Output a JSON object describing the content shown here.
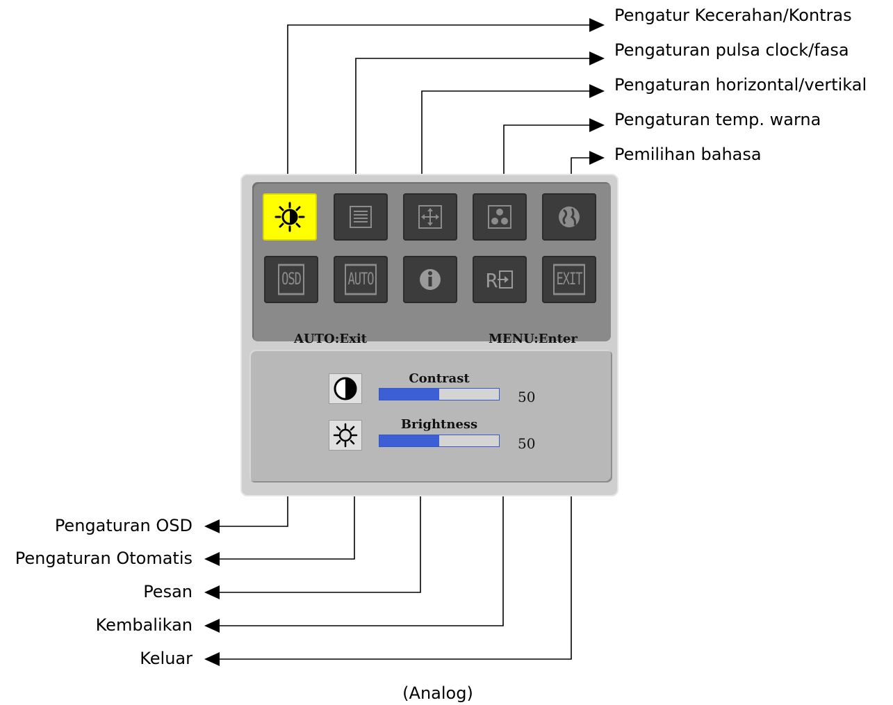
{
  "callouts_right": [
    "Pengatur Kecerahan/Kontras",
    "Pengaturan pulsa clock/fasa",
    "Pengaturan horizontal/vertikal",
    "Pengaturan temp. warna",
    "Pemilihan bahasa"
  ],
  "callouts_left": [
    "Pengaturan OSD",
    "Pengaturan Otomatis",
    "Pesan",
    "Kembalikan",
    "Keluar"
  ],
  "osd": {
    "row1_icons": [
      "brightness-icon",
      "clock-phase-icon",
      "position-icon",
      "color-temp-icon",
      "language-icon"
    ],
    "row2_tiles": [
      {
        "icon": "osd-icon",
        "text": "OSD"
      },
      {
        "icon": "auto-icon",
        "text": "AUTO"
      },
      {
        "icon": "info-icon",
        "text": ""
      },
      {
        "icon": "recall-icon",
        "text": ""
      },
      {
        "icon": "exit-icon",
        "text": "EXIT"
      }
    ],
    "hint_left": "AUTO:Exit",
    "hint_right": "MENU:Enter",
    "sliders": [
      {
        "label": "Contrast",
        "value": "50",
        "level_percent": 50,
        "icon": "contrast-icon"
      },
      {
        "label": "Brightness",
        "value": "50",
        "level_percent": 50,
        "icon": "sun-icon"
      }
    ],
    "active_color": "#ffff00",
    "slider_color": "#3c5fd6"
  },
  "caption": "(Analog)"
}
